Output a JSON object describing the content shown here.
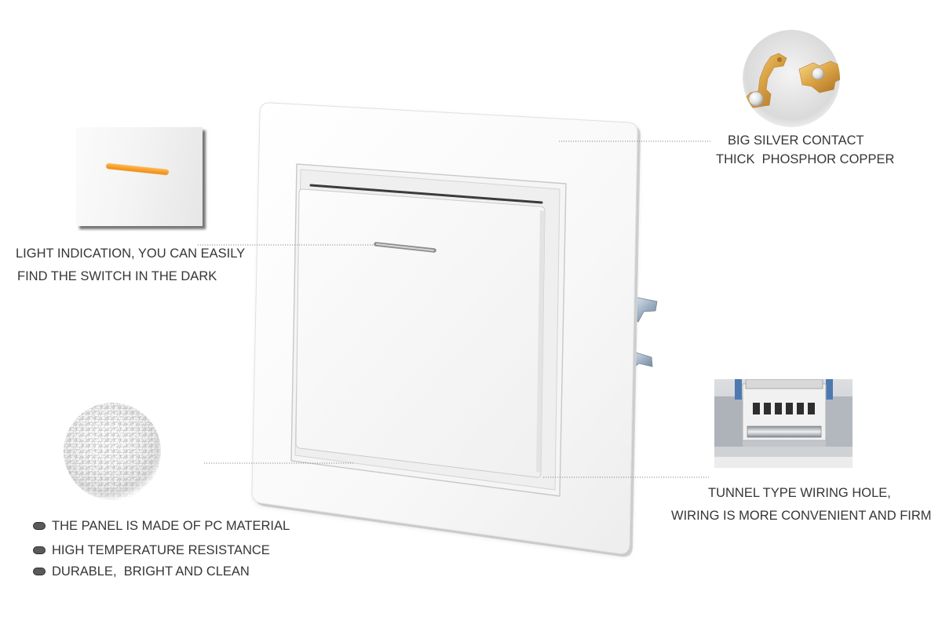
{
  "callouts": {
    "contact": {
      "line1": "BIG SILVER CONTACT",
      "line2": "THICK  PHOSPHOR COPPER"
    },
    "indicator": {
      "line1": "LIGHT INDICATION, YOU CAN EASILY",
      "line2": "FIND THE SWITCH IN THE DARK"
    },
    "wiring": {
      "line1": "TUNNEL TYPE WIRING HOLE,",
      "line2": "WIRING IS MORE CONVENIENT AND FIRM"
    }
  },
  "features": {
    "bullet_icon": "pill-bullet-icon",
    "items": [
      "THE PANEL IS MADE OF PC MATERIAL",
      "HIGH TEMPERATURE RESISTANCE",
      "DURABLE,  BRIGHT AND CLEAN"
    ]
  },
  "colors": {
    "background": "#ffffff",
    "text": "#363636",
    "indicator_light": "#f39a1f",
    "bullet": "#5a5a5a",
    "callout_line": "#8a8a8a",
    "brass": "#dca546"
  }
}
